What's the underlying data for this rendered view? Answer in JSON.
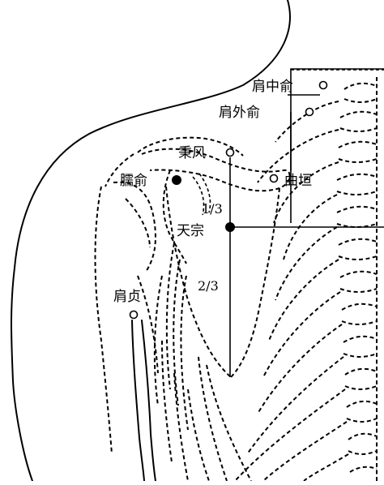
{
  "points": {
    "jianzhongshu": "肩中俞",
    "jianwaishu": "肩外俞",
    "bingfeng": "秉风",
    "quyuan": "曲垣",
    "naoshu": "臑俞",
    "tianzong": "天宗",
    "jianzhen": "肩贞"
  },
  "ratios": {
    "upper": "1/3",
    "lower": "2/3"
  },
  "marker_styles": {
    "open": "hollow circle",
    "filled": "solid dot"
  }
}
